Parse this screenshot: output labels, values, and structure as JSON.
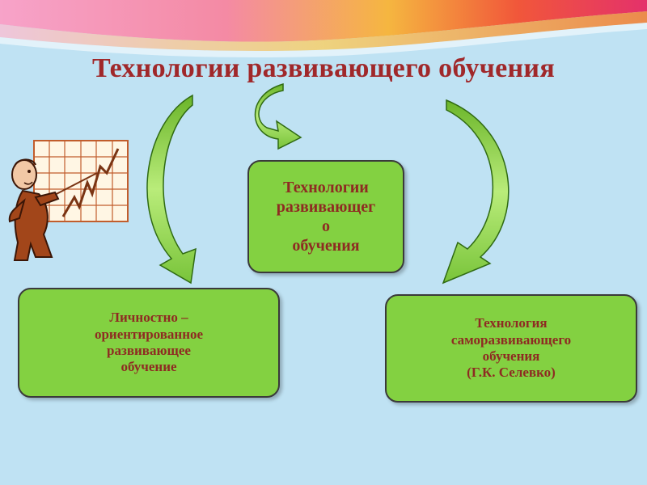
{
  "slide": {
    "title": "Технологии развивающего обучения",
    "center_box": {
      "lines": [
        "Технологии",
        "развивающег",
        "о",
        "обучения"
      ]
    },
    "left_box": {
      "lines": [
        "Личностно –",
        "ориентированное",
        "развивающее",
        "обучение"
      ]
    },
    "right_box": {
      "lines": [
        "Технология",
        "саморазвивающего",
        "обучения",
        "(Г.К. Селевко)"
      ]
    }
  },
  "colors": {
    "background": "#bfe2f3",
    "box_fill": "#83d141",
    "text": "#8e2b22",
    "title": "#a0282a",
    "arrow": "#9bd84e"
  },
  "icons": [
    "teacher-with-chart-icon",
    "curved-arrow-icon"
  ]
}
